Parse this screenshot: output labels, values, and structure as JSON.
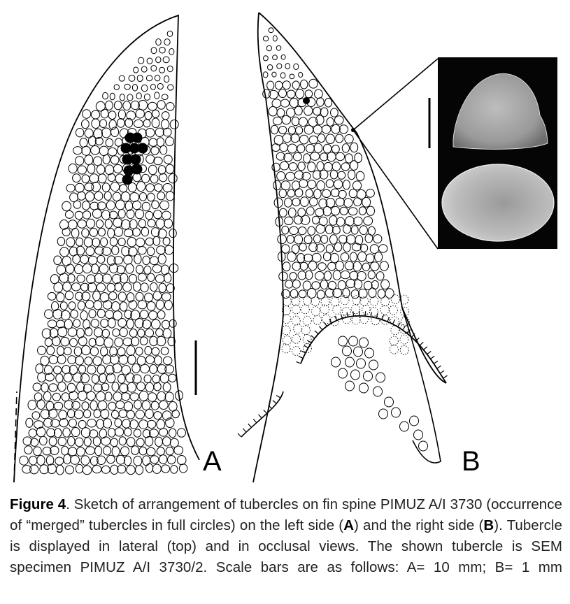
{
  "figure": {
    "panel_a_label": "A",
    "panel_b_label": "B"
  },
  "caption": {
    "figure_label": "Figure 4",
    "text_1": ". Sketch of arrangement of tubercles on fin spine PIMUZ A/I 3730 (occurrence of  “merged” tubercles in full circles) on the left side (",
    "bold_a": "A",
    "text_2": ") and the right side (",
    "bold_b": "B",
    "text_3": "). Tubercle is displayed in lateral (top) and in occlusal views. The shown tubercle is SEM specimen PIMUZ A/I 3730/2. Scale bars are as follows: A= 10 mm; B= 1 mm"
  }
}
